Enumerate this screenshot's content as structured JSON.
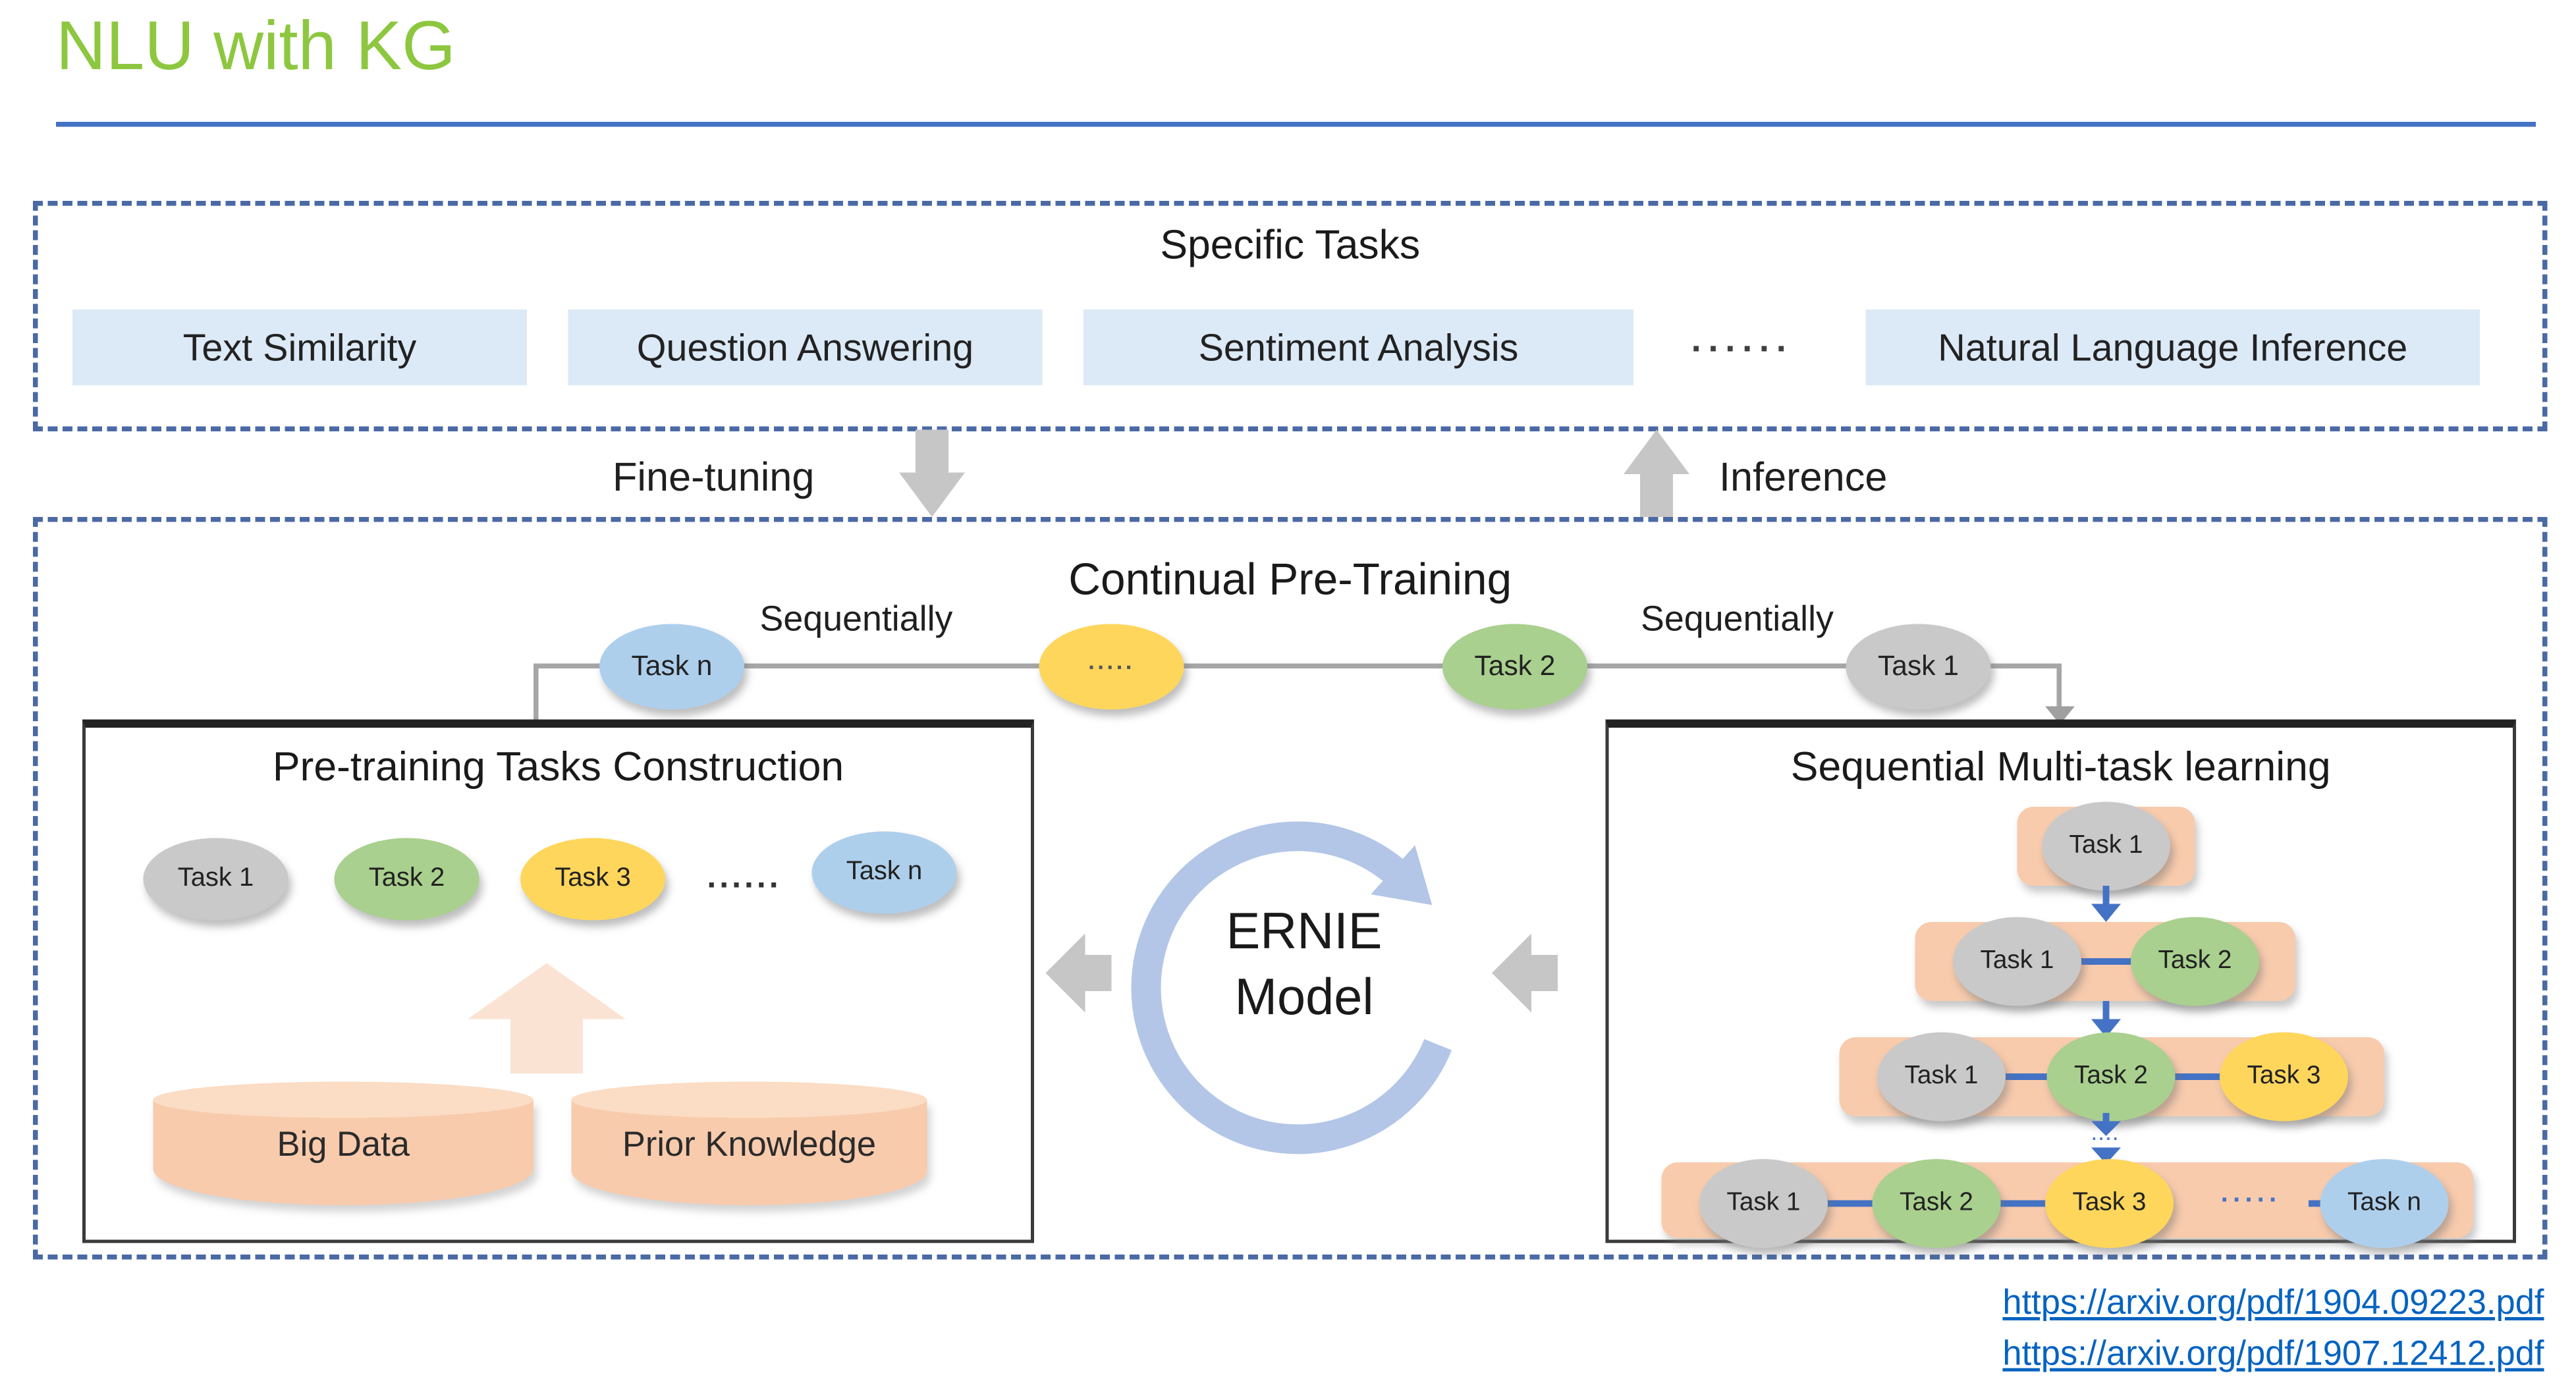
{
  "page": {
    "title": "NLU with KG",
    "links": [
      "https://arxiv.org/pdf/1904.09223.pdf",
      "https://arxiv.org/pdf/1907.12412.pdf"
    ]
  },
  "specific_tasks": {
    "heading": "Specific Tasks",
    "items": [
      "Text Similarity",
      "Question Answering",
      "Sentiment Analysis",
      "Natural Language Inference"
    ],
    "ellipsis": "······"
  },
  "flow": {
    "fine_tuning": "Fine-tuning",
    "inference": "Inference"
  },
  "continual": {
    "heading": "Continual Pre-Training",
    "sequentially_left": "Sequentially",
    "sequentially_right": "Sequentially",
    "chain": [
      "Task n",
      "·····",
      "Task 2",
      "Task 1"
    ]
  },
  "construction": {
    "heading": "Pre-training Tasks Construction",
    "tasks": [
      "Task 1",
      "Task 2",
      "Task 3",
      "......",
      "Task n"
    ],
    "sources": [
      "Big Data",
      "Prior Knowledge"
    ]
  },
  "model": {
    "line1": "ERNIE",
    "line2": "Model"
  },
  "multitask": {
    "heading": "Sequential Multi-task learning",
    "rows": [
      {
        "cells": [
          "Task 1"
        ]
      },
      {
        "cells": [
          "Task 1",
          "Task 2"
        ]
      },
      {
        "cells": [
          "Task 1",
          "Task 2",
          "Task 3"
        ]
      },
      {
        "cells": [
          "Task 1",
          "Task 2",
          "Task 3",
          "·····",
          "Task n"
        ]
      }
    ],
    "row_gap_dots": "····"
  },
  "colors": {
    "accent_green": "#8DC73F",
    "rule_blue": "#4472C4",
    "dashed_border": "#4A69A5",
    "chip_blue": "#DCE9F6",
    "task_gray": "#C9C9C9",
    "task_green": "#A9D08E",
    "task_yellow": "#FFD65C",
    "task_blue": "#AECFEC",
    "peach": "#F8CBAD",
    "peach_light": "#FAE3D3",
    "ernie_blue": "#B3C6E7",
    "connector_gray": "#A6A6A6",
    "arrow_gray": "#C6C6C6",
    "arrow_blue": "#4472C4",
    "link_blue": "#0563C1"
  }
}
